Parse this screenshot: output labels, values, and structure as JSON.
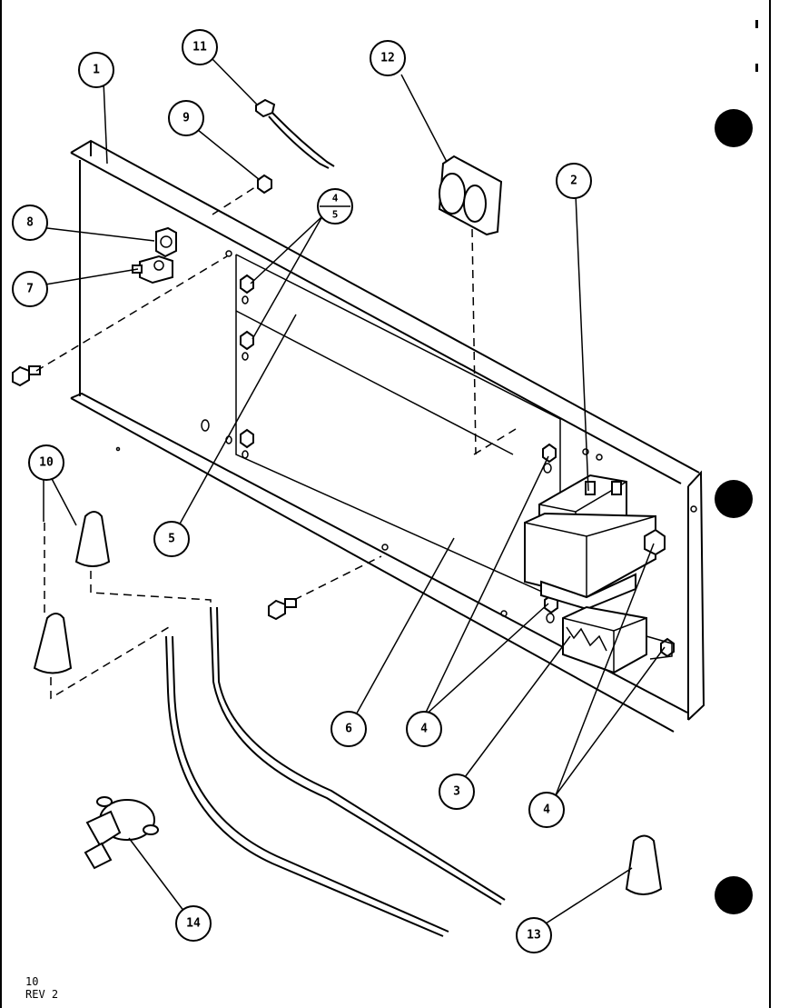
{
  "diagram": {
    "callouts": [
      {
        "id": "c1",
        "label": "1"
      },
      {
        "id": "c2",
        "label": "2"
      },
      {
        "id": "c3",
        "label": "3"
      },
      {
        "id": "c4a",
        "label": "4"
      },
      {
        "id": "c4b",
        "label": "4"
      },
      {
        "id": "c5",
        "label": "5"
      },
      {
        "id": "c6",
        "label": "6"
      },
      {
        "id": "c7",
        "label": "7"
      },
      {
        "id": "c8",
        "label": "8"
      },
      {
        "id": "c9",
        "label": "9"
      },
      {
        "id": "c10",
        "label": "10"
      },
      {
        "id": "c11",
        "label": "11"
      },
      {
        "id": "c12",
        "label": "12"
      },
      {
        "id": "c13",
        "label": "13"
      },
      {
        "id": "c14",
        "label": "14"
      }
    ],
    "fraction_callout": {
      "top": "4",
      "bottom": "5"
    },
    "page_number": "10",
    "revision": "REV 2"
  }
}
